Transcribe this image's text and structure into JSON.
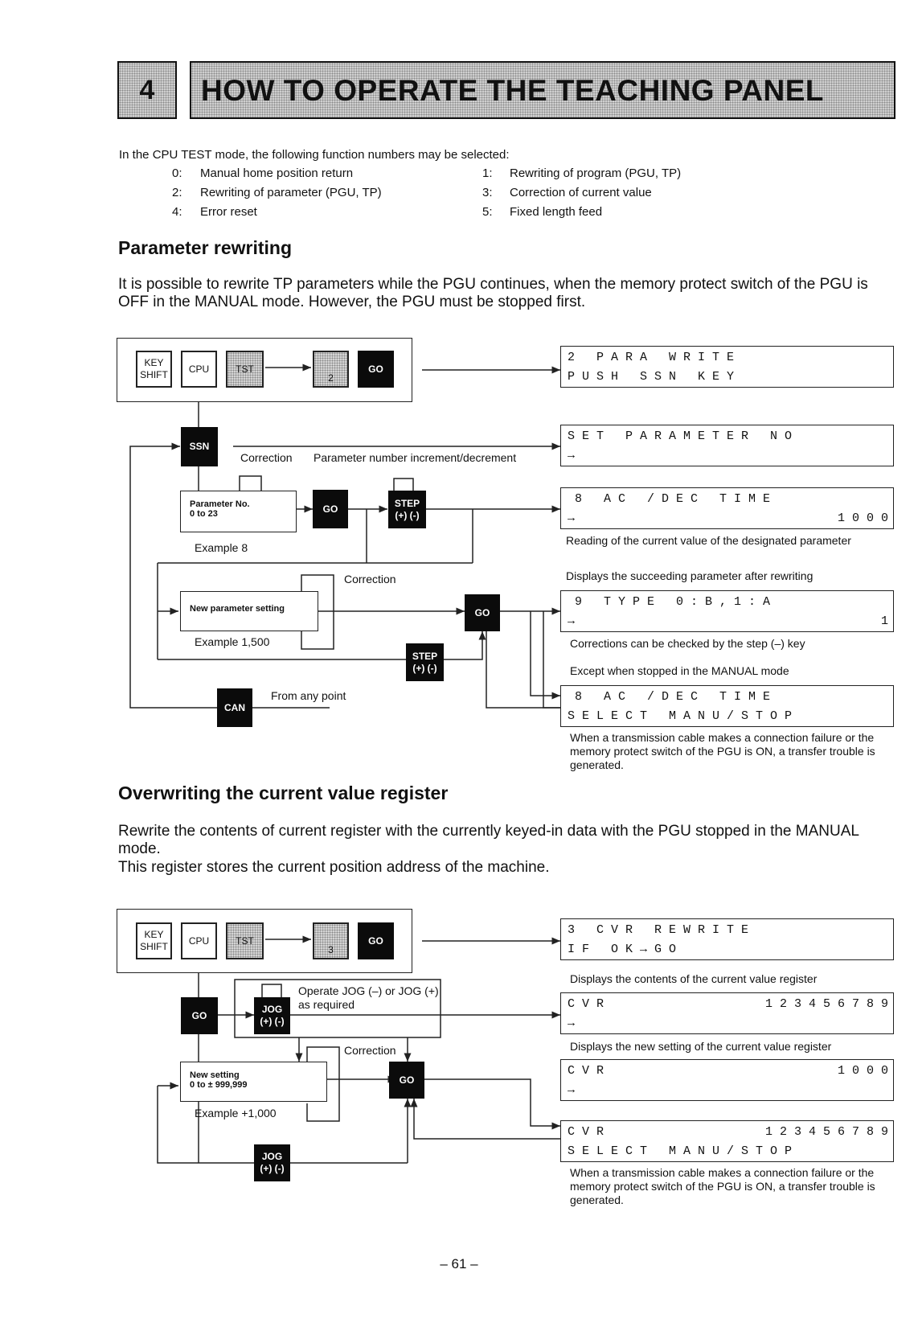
{
  "chapter": {
    "number": "4",
    "title": "HOW TO OPERATE THE TEACHING PANEL"
  },
  "intro": "In the CPU TEST mode, the following function numbers may be selected:",
  "functions": [
    {
      "num": "0:",
      "label": "Manual home position return"
    },
    {
      "num": "1:",
      "label": "Rewriting of program (PGU, TP)"
    },
    {
      "num": "2:",
      "label": "Rewriting of parameter (PGU, TP)"
    },
    {
      "num": "3:",
      "label": "Correction of current value"
    },
    {
      "num": "4:",
      "label": "Error reset"
    },
    {
      "num": "5:",
      "label": "Fixed length feed"
    }
  ],
  "section1": {
    "heading": "Parameter rewriting",
    "para": "It is possible to rewrite TP parameters while the PGU continues, when the memory protect switch of the PGU is OFF in the MANUAL mode.  However, the PGU must be stopped first.",
    "keys": {
      "key_shift": "KEY SHIFT",
      "cpu": "CPU",
      "tst": "TST",
      "num": "2",
      "go": "GO"
    },
    "ssn": "SSN",
    "correction_label": "Correction",
    "param_inc_label": "Parameter number increment/decrement",
    "param_box": {
      "line1": "Parameter No.",
      "line2": "0 to 23"
    },
    "go2": "GO",
    "step": {
      "line1": "STEP",
      "line2": "(+) (-)"
    },
    "example8": "Example 8",
    "correction2": "Correction",
    "new_param_box": "New parameter setting",
    "example1500": "Example 1,500",
    "go3": "GO",
    "step2": {
      "line1": "STEP",
      "line2": "(+) (-)"
    },
    "can": "CAN",
    "from_any_point": "From any point",
    "lcd1": {
      "row1": "2   P A R A   W R I T E",
      "row2": "P U S H   S S N   K E Y"
    },
    "lcd2": {
      "row1": "S E T   P A R A M E T E R   N O",
      "row2": "→"
    },
    "lcd3": {
      "row1": " 8   A C   / D E C   T I M E",
      "row2": "→",
      "row2_right": "1 0 0 0"
    },
    "reading_note": "Reading of the current value of the designated parameter",
    "displays_next": "Displays the succeeding parameter after rewriting",
    "lcd4": {
      "row1": " 9   T Y P E   0 : B , 1 : A",
      "row2": "→",
      "row2_right": "1"
    },
    "corrections_note": "Corrections can be checked by the step (–) key",
    "except_note": "Except when stopped in the MANUAL mode",
    "lcd5": {
      "row1": " 8   A C   / D E C   T I M E",
      "row2": "S E L E C T   M A N U / S T O P"
    },
    "fail_note": "When a transmission cable makes a connection failure or the memory protect switch of the PGU is ON, a transfer trouble is generated."
  },
  "section2": {
    "heading": "Overwriting the current value register",
    "para1": "Rewrite the contents of current register with the currently keyed-in data with the PGU stopped in the MANUAL mode.",
    "para2": "This register stores the current position address of the machine.",
    "keys": {
      "key_shift": "KEY SHIFT",
      "cpu": "CPU",
      "tst": "TST",
      "num": "3",
      "go": "GO"
    },
    "go_left": "GO",
    "jog": {
      "line1": "JOG",
      "line2": "(+) (-)"
    },
    "operate_jog": "Operate JOG (–) or JOG (+) as required",
    "correction": "Correction",
    "new_setting": {
      "line1": "New setting",
      "line2": "0 to ± 999,999"
    },
    "example": "Example +1,000",
    "go_mid": "GO",
    "jog2": {
      "line1": "JOG",
      "line2": "(+) (-)"
    },
    "lcd1": {
      "row1": "3   C V R   R E W R I T E",
      "row2": "I F   O K → G O"
    },
    "displays_contents": "Displays the contents of the current value register",
    "lcd2": {
      "row1": "C V R",
      "row1_right": "1 2 3 4 5 6 7 8 9",
      "row2": "→"
    },
    "displays_new": "Displays the new setting of the current value register",
    "lcd3": {
      "row1": "C V R",
      "row1_right": "1 0 0 0",
      "row2": "→"
    },
    "lcd4": {
      "row1": "C V R",
      "row1_right": "1 2 3 4 5 6 7 8 9",
      "row2": "S E L E C T   M A N U / S T O P"
    },
    "fail_note": "When a transmission cable makes a connection failure or the memory protect switch of the PGU is ON, a transfer trouble is generated."
  },
  "page_number": "– 61 –"
}
